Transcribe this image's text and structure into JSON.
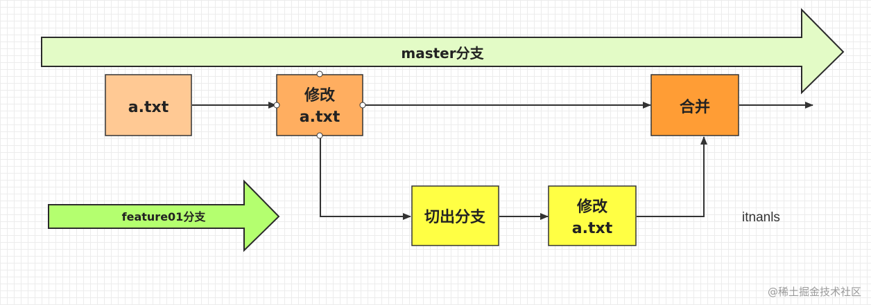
{
  "arrows": {
    "master": "master分支",
    "feature": "feature01分支"
  },
  "boxes": {
    "a_txt": "a.txt",
    "modify_master_line1": "修改",
    "modify_master_line2": "a.txt",
    "merge": "合并",
    "branch_out": "切出分支",
    "modify_feature_line1": "修改",
    "modify_feature_line2": "a.txt"
  },
  "annotation": "itnanls",
  "watermark": "@稀土掘金技术社区",
  "colors": {
    "master_arrow": "#e3fbc6",
    "feature_arrow": "#b4ff6f",
    "box_light_orange": "#ffc994",
    "box_mid_orange": "#ffae60",
    "box_dark_orange": "#ff9d35",
    "box_yellow": "#ffff44",
    "line": "#333333"
  }
}
